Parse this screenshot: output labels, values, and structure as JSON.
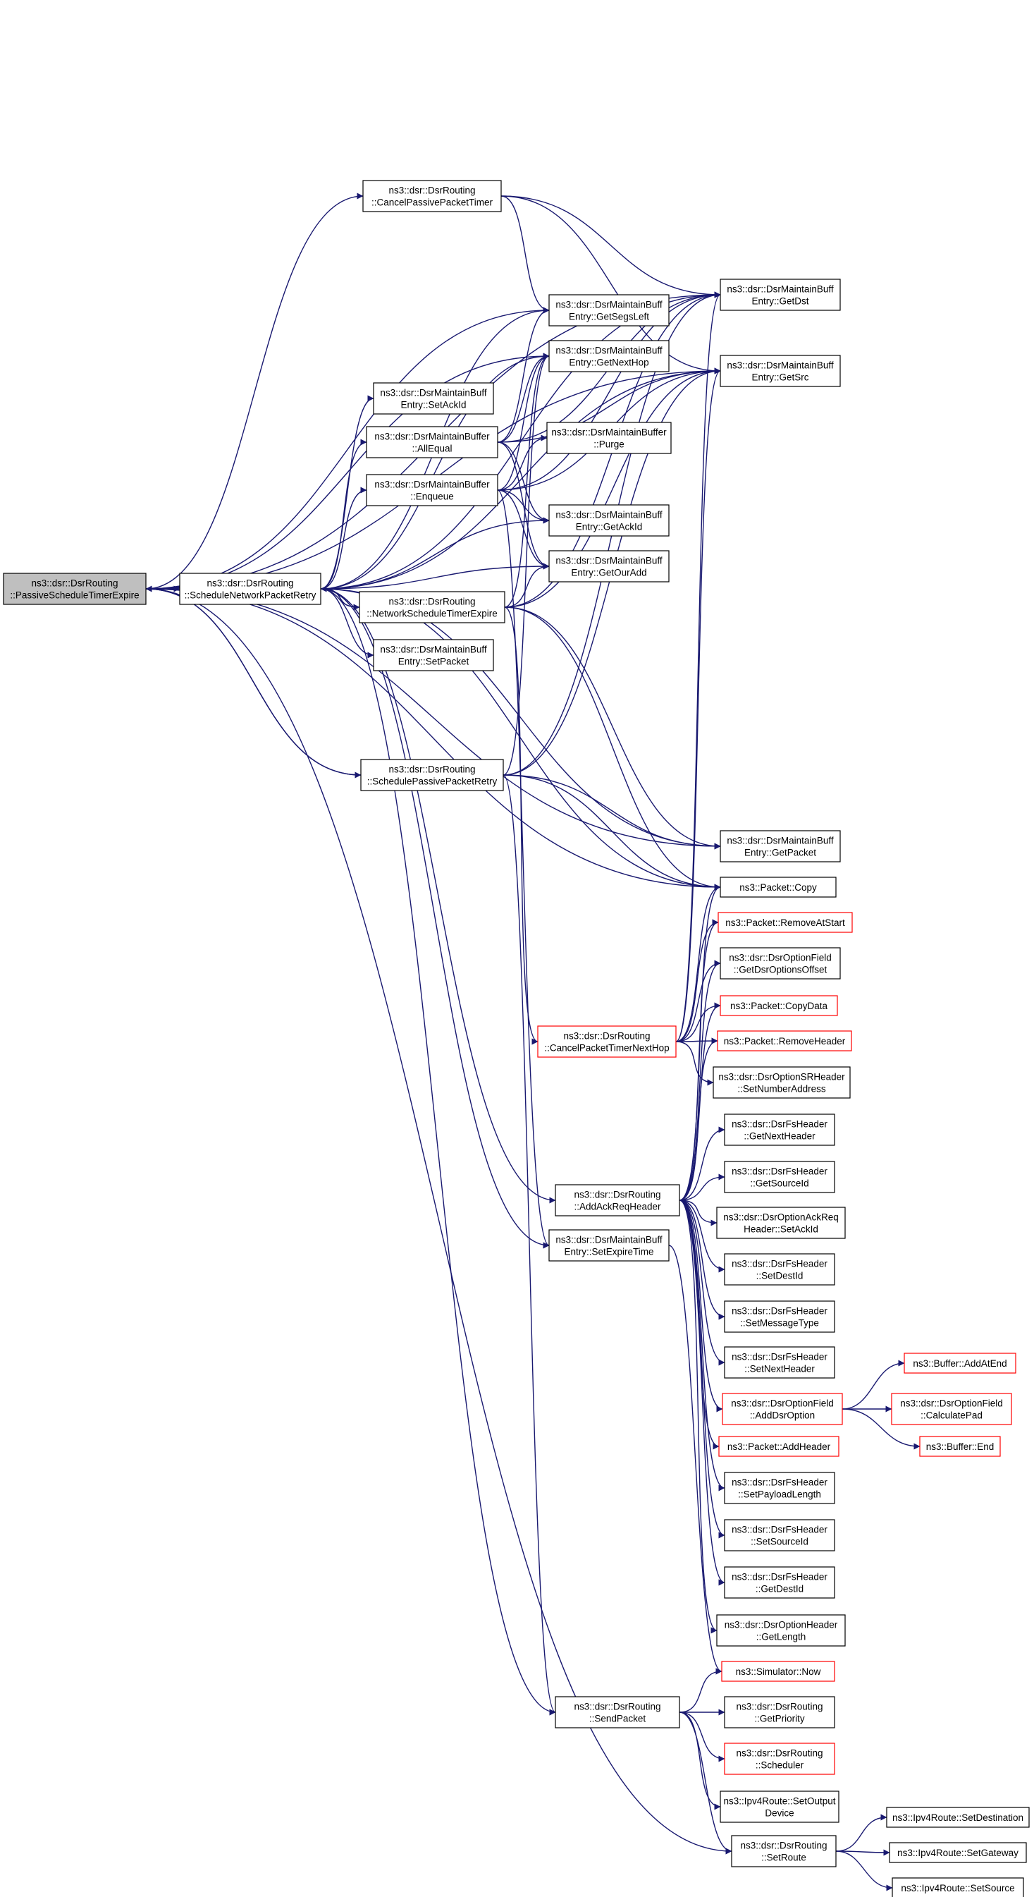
{
  "diagram": {
    "colors": {
      "edge": "#191970",
      "node_border": "#000000",
      "node_border_truncated": "#ff0000",
      "node_fill": "#ffffff",
      "root_fill": "#bfbfbf"
    },
    "nodes": [
      {
        "id": "root",
        "lines": [
          "ns3::dsr::DsrRouting",
          "::PassiveScheduleTimerExpire"
        ],
        "style": "root"
      },
      {
        "id": "snpr",
        "lines": [
          "ns3::dsr::DsrRouting",
          "::ScheduleNetworkPacketRetry"
        ],
        "style": "normal"
      },
      {
        "id": "cppt",
        "lines": [
          "ns3::dsr::DsrRouting",
          "::CancelPassivePacketTimer"
        ],
        "style": "normal"
      },
      {
        "id": "getsegsleft",
        "lines": [
          "ns3::dsr::DsrMaintainBuff",
          "Entry::GetSegsLeft"
        ],
        "style": "normal"
      },
      {
        "id": "getnexthop",
        "lines": [
          "ns3::dsr::DsrMaintainBuff",
          "Entry::GetNextHop"
        ],
        "style": "normal"
      },
      {
        "id": "setackid",
        "lines": [
          "ns3::dsr::DsrMaintainBuff",
          "Entry::SetAckId"
        ],
        "style": "normal"
      },
      {
        "id": "allequal",
        "lines": [
          "ns3::dsr::DsrMaintainBuffer",
          "::AllEqual"
        ],
        "style": "normal"
      },
      {
        "id": "purge",
        "lines": [
          "ns3::dsr::DsrMaintainBuffer",
          "::Purge"
        ],
        "style": "normal"
      },
      {
        "id": "enqueue",
        "lines": [
          "ns3::dsr::DsrMaintainBuffer",
          "::Enqueue"
        ],
        "style": "normal"
      },
      {
        "id": "getackid",
        "lines": [
          "ns3::dsr::DsrMaintainBuff",
          "Entry::GetAckId"
        ],
        "style": "normal"
      },
      {
        "id": "getouradd",
        "lines": [
          "ns3::dsr::DsrMaintainBuff",
          "Entry::GetOurAdd"
        ],
        "style": "normal"
      },
      {
        "id": "nste",
        "lines": [
          "ns3::dsr::DsrRouting",
          "::NetworkScheduleTimerExpire"
        ],
        "style": "normal"
      },
      {
        "id": "setpacket",
        "lines": [
          "ns3::dsr::DsrMaintainBuff",
          "Entry::SetPacket"
        ],
        "style": "normal"
      },
      {
        "id": "sppr",
        "lines": [
          "ns3::dsr::DsrRouting",
          "::SchedulePassivePacketRetry"
        ],
        "style": "normal"
      },
      {
        "id": "getdst",
        "lines": [
          "ns3::dsr::DsrMaintainBuff",
          "Entry::GetDst"
        ],
        "style": "normal"
      },
      {
        "id": "getsrc",
        "lines": [
          "ns3::dsr::DsrMaintainBuff",
          "Entry::GetSrc"
        ],
        "style": "normal"
      },
      {
        "id": "getpacket",
        "lines": [
          "ns3::dsr::DsrMaintainBuff",
          "Entry::GetPacket"
        ],
        "style": "normal"
      },
      {
        "id": "copy",
        "lines": [
          "ns3::Packet::Copy"
        ],
        "style": "normal"
      },
      {
        "id": "removeatstart",
        "lines": [
          "ns3::Packet::RemoveAtStart"
        ],
        "style": "truncated"
      },
      {
        "id": "getdsroptionsoffset",
        "lines": [
          "ns3::dsr::DsrOptionField",
          "::GetDsrOptionsOffset"
        ],
        "style": "normal"
      },
      {
        "id": "copydata",
        "lines": [
          "ns3::Packet::CopyData"
        ],
        "style": "truncated"
      },
      {
        "id": "removeheader",
        "lines": [
          "ns3::Packet::RemoveHeader"
        ],
        "style": "truncated"
      },
      {
        "id": "cptnh",
        "lines": [
          "ns3::dsr::DsrRouting",
          "::CancelPacketTimerNextHop"
        ],
        "style": "truncated"
      },
      {
        "id": "setnumberaddress",
        "lines": [
          "ns3::dsr::DsrOptionSRHeader",
          "::SetNumberAddress"
        ],
        "style": "normal"
      },
      {
        "id": "getnextheader",
        "lines": [
          "ns3::dsr::DsrFsHeader",
          "::GetNextHeader"
        ],
        "style": "normal"
      },
      {
        "id": "getsourceid",
        "lines": [
          "ns3::dsr::DsrFsHeader",
          "::GetSourceId"
        ],
        "style": "normal"
      },
      {
        "id": "addackreqheader",
        "lines": [
          "ns3::dsr::DsrRouting",
          "::AddAckReqHeader"
        ],
        "style": "normal"
      },
      {
        "id": "setexpiretime",
        "lines": [
          "ns3::dsr::DsrMaintainBuff",
          "Entry::SetExpireTime"
        ],
        "style": "normal"
      },
      {
        "id": "ackreq_setackid",
        "lines": [
          "ns3::dsr::DsrOptionAckReq",
          "Header::SetAckId"
        ],
        "style": "normal"
      },
      {
        "id": "setdestid",
        "lines": [
          "ns3::dsr::DsrFsHeader",
          "::SetDestId"
        ],
        "style": "normal"
      },
      {
        "id": "setmessagetype",
        "lines": [
          "ns3::dsr::DsrFsHeader",
          "::SetMessageType"
        ],
        "style": "normal"
      },
      {
        "id": "setnextheader",
        "lines": [
          "ns3::dsr::DsrFsHeader",
          "::SetNextHeader"
        ],
        "style": "normal"
      },
      {
        "id": "adddsroption",
        "lines": [
          "ns3::dsr::DsrOptionField",
          "::AddDsrOption"
        ],
        "style": "truncated"
      },
      {
        "id": "addatend",
        "lines": [
          "ns3::Buffer::AddAtEnd"
        ],
        "style": "truncated"
      },
      {
        "id": "calculatepad",
        "lines": [
          "ns3::dsr::DsrOptionField",
          "::CalculatePad"
        ],
        "style": "truncated"
      },
      {
        "id": "bufferend",
        "lines": [
          "ns3::Buffer::End"
        ],
        "style": "truncated"
      },
      {
        "id": "addheader",
        "lines": [
          "ns3::Packet::AddHeader"
        ],
        "style": "truncated"
      },
      {
        "id": "setpayloadlength",
        "lines": [
          "ns3::dsr::DsrFsHeader",
          "::SetPayloadLength"
        ],
        "style": "normal"
      },
      {
        "id": "setsourceid",
        "lines": [
          "ns3::dsr::DsrFsHeader",
          "::SetSourceId"
        ],
        "style": "normal"
      },
      {
        "id": "getdestid",
        "lines": [
          "ns3::dsr::DsrFsHeader",
          "::GetDestId"
        ],
        "style": "normal"
      },
      {
        "id": "getlength",
        "lines": [
          "ns3::dsr::DsrOptionHeader",
          "::GetLength"
        ],
        "style": "normal"
      },
      {
        "id": "simnow",
        "lines": [
          "ns3::Simulator::Now"
        ],
        "style": "truncated"
      },
      {
        "id": "sendpacket",
        "lines": [
          "ns3::dsr::DsrRouting",
          "::SendPacket"
        ],
        "style": "normal"
      },
      {
        "id": "getpriority",
        "lines": [
          "ns3::dsr::DsrRouting",
          "::GetPriority"
        ],
        "style": "normal"
      },
      {
        "id": "scheduler",
        "lines": [
          "ns3::dsr::DsrRouting",
          "::Scheduler"
        ],
        "style": "truncated"
      },
      {
        "id": "setoutputdevice",
        "lines": [
          "ns3::Ipv4Route::SetOutput",
          "Device"
        ],
        "style": "normal"
      },
      {
        "id": "setroute",
        "lines": [
          "ns3::dsr::DsrRouting",
          "::SetRoute"
        ],
        "style": "normal"
      },
      {
        "id": "setdestination",
        "lines": [
          "ns3::Ipv4Route::SetDestination"
        ],
        "style": "normal"
      },
      {
        "id": "setgateway",
        "lines": [
          "ns3::Ipv4Route::SetGateway"
        ],
        "style": "normal"
      },
      {
        "id": "setsource",
        "lines": [
          "ns3::Ipv4Route::SetSource"
        ],
        "style": "normal"
      }
    ],
    "edges": [
      [
        "root",
        "snpr"
      ],
      [
        "root",
        "cppt"
      ],
      [
        "root",
        "getdst"
      ],
      [
        "root",
        "getsrc"
      ],
      [
        "root",
        "getsegsleft"
      ],
      [
        "root",
        "getnexthop"
      ],
      [
        "root",
        "sppr"
      ],
      [
        "root",
        "getpacket"
      ],
      [
        "root",
        "copy"
      ],
      [
        "root",
        "setroute"
      ],
      [
        "snpr",
        "setackid"
      ],
      [
        "snpr",
        "allequal"
      ],
      [
        "snpr",
        "enqueue"
      ],
      [
        "snpr",
        "nste"
      ],
      [
        "snpr",
        "setpacket"
      ],
      [
        "snpr",
        "getackid"
      ],
      [
        "snpr",
        "getouradd"
      ],
      [
        "snpr",
        "getdst"
      ],
      [
        "snpr",
        "getsrc"
      ],
      [
        "snpr",
        "getsegsleft"
      ],
      [
        "snpr",
        "getnexthop"
      ],
      [
        "snpr",
        "getpacket"
      ],
      [
        "snpr",
        "copy"
      ],
      [
        "snpr",
        "addackreqheader"
      ],
      [
        "snpr",
        "setexpiretime"
      ],
      [
        "snpr",
        "sendpacket"
      ],
      [
        "cppt",
        "getdst"
      ],
      [
        "cppt",
        "getsrc"
      ],
      [
        "cppt",
        "getsegsleft"
      ],
      [
        "allequal",
        "getnexthop"
      ],
      [
        "allequal",
        "getdst"
      ],
      [
        "allequal",
        "getsrc"
      ],
      [
        "allequal",
        "getsegsleft"
      ],
      [
        "allequal",
        "getackid"
      ],
      [
        "allequal",
        "getouradd"
      ],
      [
        "enqueue",
        "purge"
      ],
      [
        "enqueue",
        "getnexthop"
      ],
      [
        "enqueue",
        "getdst"
      ],
      [
        "enqueue",
        "getsrc"
      ],
      [
        "enqueue",
        "getackid"
      ],
      [
        "enqueue",
        "getouradd"
      ],
      [
        "enqueue",
        "setexpiretime"
      ],
      [
        "nste",
        "snpr"
      ],
      [
        "nste",
        "getnexthop"
      ],
      [
        "nste",
        "getouradd"
      ],
      [
        "nste",
        "getdst"
      ],
      [
        "nste",
        "getsrc"
      ],
      [
        "nste",
        "getpacket"
      ],
      [
        "nste",
        "copy"
      ],
      [
        "nste",
        "cptnh"
      ],
      [
        "sppr",
        "root"
      ],
      [
        "sppr",
        "getnexthop"
      ],
      [
        "sppr",
        "getdst"
      ],
      [
        "sppr",
        "getsrc"
      ],
      [
        "sppr",
        "getpacket"
      ],
      [
        "sppr",
        "copy"
      ],
      [
        "sppr",
        "sendpacket"
      ],
      [
        "cptnh",
        "getdst"
      ],
      [
        "cptnh",
        "getsrc"
      ],
      [
        "cptnh",
        "copy"
      ],
      [
        "cptnh",
        "removeatstart"
      ],
      [
        "cptnh",
        "getdsroptionsoffset"
      ],
      [
        "cptnh",
        "copydata"
      ],
      [
        "cptnh",
        "removeheader"
      ],
      [
        "cptnh",
        "setnumberaddress"
      ],
      [
        "addackreqheader",
        "copy"
      ],
      [
        "addackreqheader",
        "removeatstart"
      ],
      [
        "addackreqheader",
        "getdsroptionsoffset"
      ],
      [
        "addackreqheader",
        "copydata"
      ],
      [
        "addackreqheader",
        "removeheader"
      ],
      [
        "addackreqheader",
        "getnextheader"
      ],
      [
        "addackreqheader",
        "getsourceid"
      ],
      [
        "addackreqheader",
        "ackreq_setackid"
      ],
      [
        "addackreqheader",
        "setdestid"
      ],
      [
        "addackreqheader",
        "setmessagetype"
      ],
      [
        "addackreqheader",
        "setnextheader"
      ],
      [
        "addackreqheader",
        "adddsroption"
      ],
      [
        "addackreqheader",
        "addheader"
      ],
      [
        "addackreqheader",
        "setpayloadlength"
      ],
      [
        "addackreqheader",
        "setsourceid"
      ],
      [
        "addackreqheader",
        "getdestid"
      ],
      [
        "addackreqheader",
        "getlength"
      ],
      [
        "adddsroption",
        "addatend"
      ],
      [
        "adddsroption",
        "calculatepad"
      ],
      [
        "adddsroption",
        "bufferend"
      ],
      [
        "setexpiretime",
        "simnow"
      ],
      [
        "sendpacket",
        "simnow"
      ],
      [
        "sendpacket",
        "getpriority"
      ],
      [
        "sendpacket",
        "scheduler"
      ],
      [
        "sendpacket",
        "setoutputdevice"
      ],
      [
        "sendpacket",
        "setroute"
      ],
      [
        "setroute",
        "setdestination"
      ],
      [
        "setroute",
        "setgateway"
      ],
      [
        "setroute",
        "setsource"
      ]
    ]
  }
}
